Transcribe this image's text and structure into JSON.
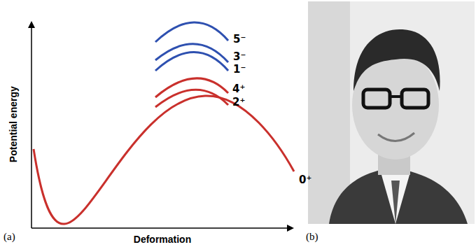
{
  "diagram": {
    "labels": [
      "Potential energy",
      "Deformation",
      "(a)",
      "(b)",
      "5⁻",
      "3⁻",
      "1⁻",
      "4⁺",
      "2⁺",
      "0⁺"
    ]
  }
}
